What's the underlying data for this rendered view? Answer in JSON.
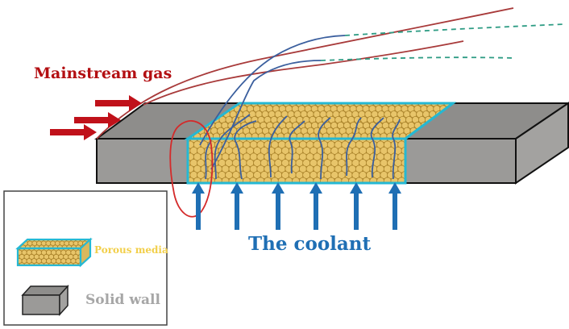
{
  "labels": {
    "mainstream_gas": "Mainstream gas",
    "coolant": "The coolant"
  },
  "legend": {
    "porous_media": "Porous media",
    "solid_wall": "Solid wall"
  },
  "colors": {
    "mainstream": "#b30f12",
    "coolant": "#1f6fb4",
    "porous_cyan": "#25b8d3",
    "particle_fill": "#e8c56a",
    "particle_stroke": "#a9822a",
    "wall_front": "#9b9a98",
    "wall_top": "#8e8d8b",
    "wall_side": "#a3a2a0",
    "streamline_red": "#a83a3a",
    "streamline_blue": "#3b5f9e",
    "streamline_dashed": "#2e9c84",
    "legend_label_porous": "#f2cf4a",
    "legend_label_solid": "#a6a6a6"
  },
  "icons": {
    "inflow_arrows": "right-arrow-icon",
    "coolant_arrows": "up-arrow-icon",
    "legend_porous": "porous-block-icon",
    "legend_solid": "solid-block-icon"
  }
}
